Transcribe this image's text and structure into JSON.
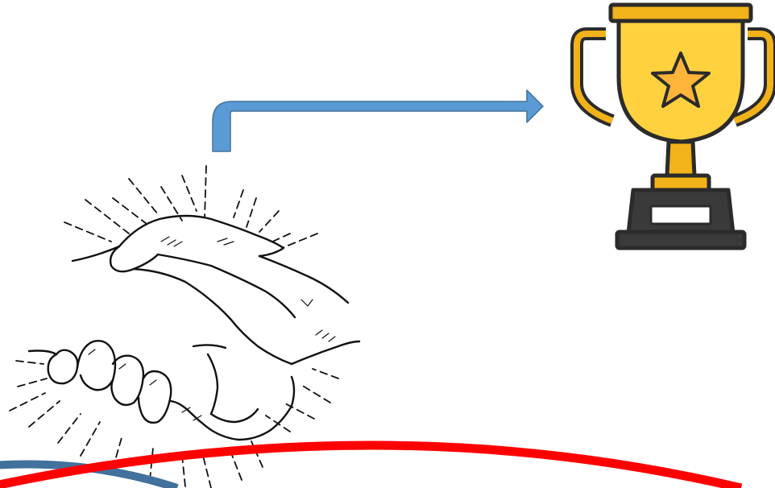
{
  "diagram": {
    "background": "#ffffff",
    "elements": [
      {
        "name": "handshake-icon",
        "kind": "line-art illustration",
        "stroke": "#111111",
        "fill": "#ffffff"
      },
      {
        "name": "elbow-arrow",
        "kind": "connector",
        "direction": "up-then-right",
        "from": "handshake-icon",
        "to": "trophy-icon",
        "fill": "#5b9bd5",
        "stroke": "#41719c"
      },
      {
        "name": "trophy-icon",
        "kind": "icon",
        "cup": "#ffd13f",
        "rim": "#f2b21a",
        "star": "#ffb43a",
        "outline": "#2b2b2b",
        "base": "#3a3a3a"
      },
      {
        "name": "red-arc",
        "kind": "curve",
        "stroke": "#ff0000"
      },
      {
        "name": "blue-arc",
        "kind": "curve",
        "stroke": "#41719c"
      }
    ]
  }
}
